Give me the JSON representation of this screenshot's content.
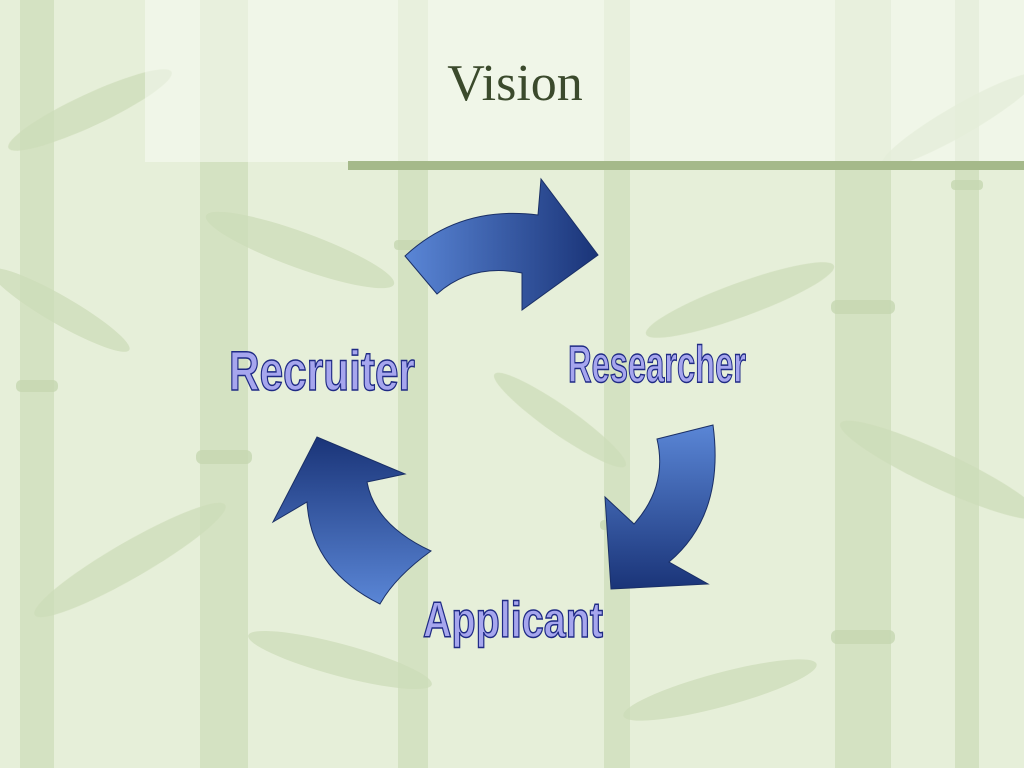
{
  "slide": {
    "title": "Vision"
  },
  "cycle": {
    "nodes": [
      {
        "id": "recruiter",
        "label": "Recruiter"
      },
      {
        "id": "researcher",
        "label": "Researcher"
      },
      {
        "id": "applicant",
        "label": "Applicant"
      }
    ],
    "edges": [
      {
        "from": "recruiter",
        "to": "researcher"
      },
      {
        "from": "researcher",
        "to": "applicant"
      },
      {
        "from": "applicant",
        "to": "recruiter"
      }
    ]
  },
  "colors": {
    "background": "#e6efd9",
    "accent_line": "#a5b98a",
    "arrow_light": "#5a86d6",
    "arrow_dark": "#1a3478",
    "label_fill": "#a6a6ee",
    "label_outline": "#1f2a85"
  }
}
